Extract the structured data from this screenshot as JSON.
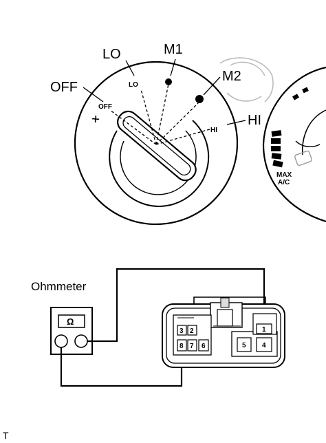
{
  "switch_positions": [
    {
      "key": "off",
      "outer_label": "OFF",
      "inner_label": "OFF"
    },
    {
      "key": "lo",
      "outer_label": "LO",
      "inner_label": "LO"
    },
    {
      "key": "m1",
      "outer_label": "M1",
      "inner_label": ""
    },
    {
      "key": "m2",
      "outer_label": "M2",
      "inner_label": ""
    },
    {
      "key": "hi",
      "outer_label": "HI",
      "inner_label": "HI"
    }
  ],
  "right_dial": {
    "label_line1": "MAX",
    "label_line2": "A/C"
  },
  "ohmmeter": {
    "title": "Ohmmeter",
    "symbol": "Ω"
  },
  "connector": {
    "pins": [
      "1",
      "2",
      "3",
      "4",
      "5",
      "6",
      "7",
      "8"
    ]
  },
  "footer": {
    "code": "T"
  },
  "icons": {
    "fan": "fan-icon"
  }
}
